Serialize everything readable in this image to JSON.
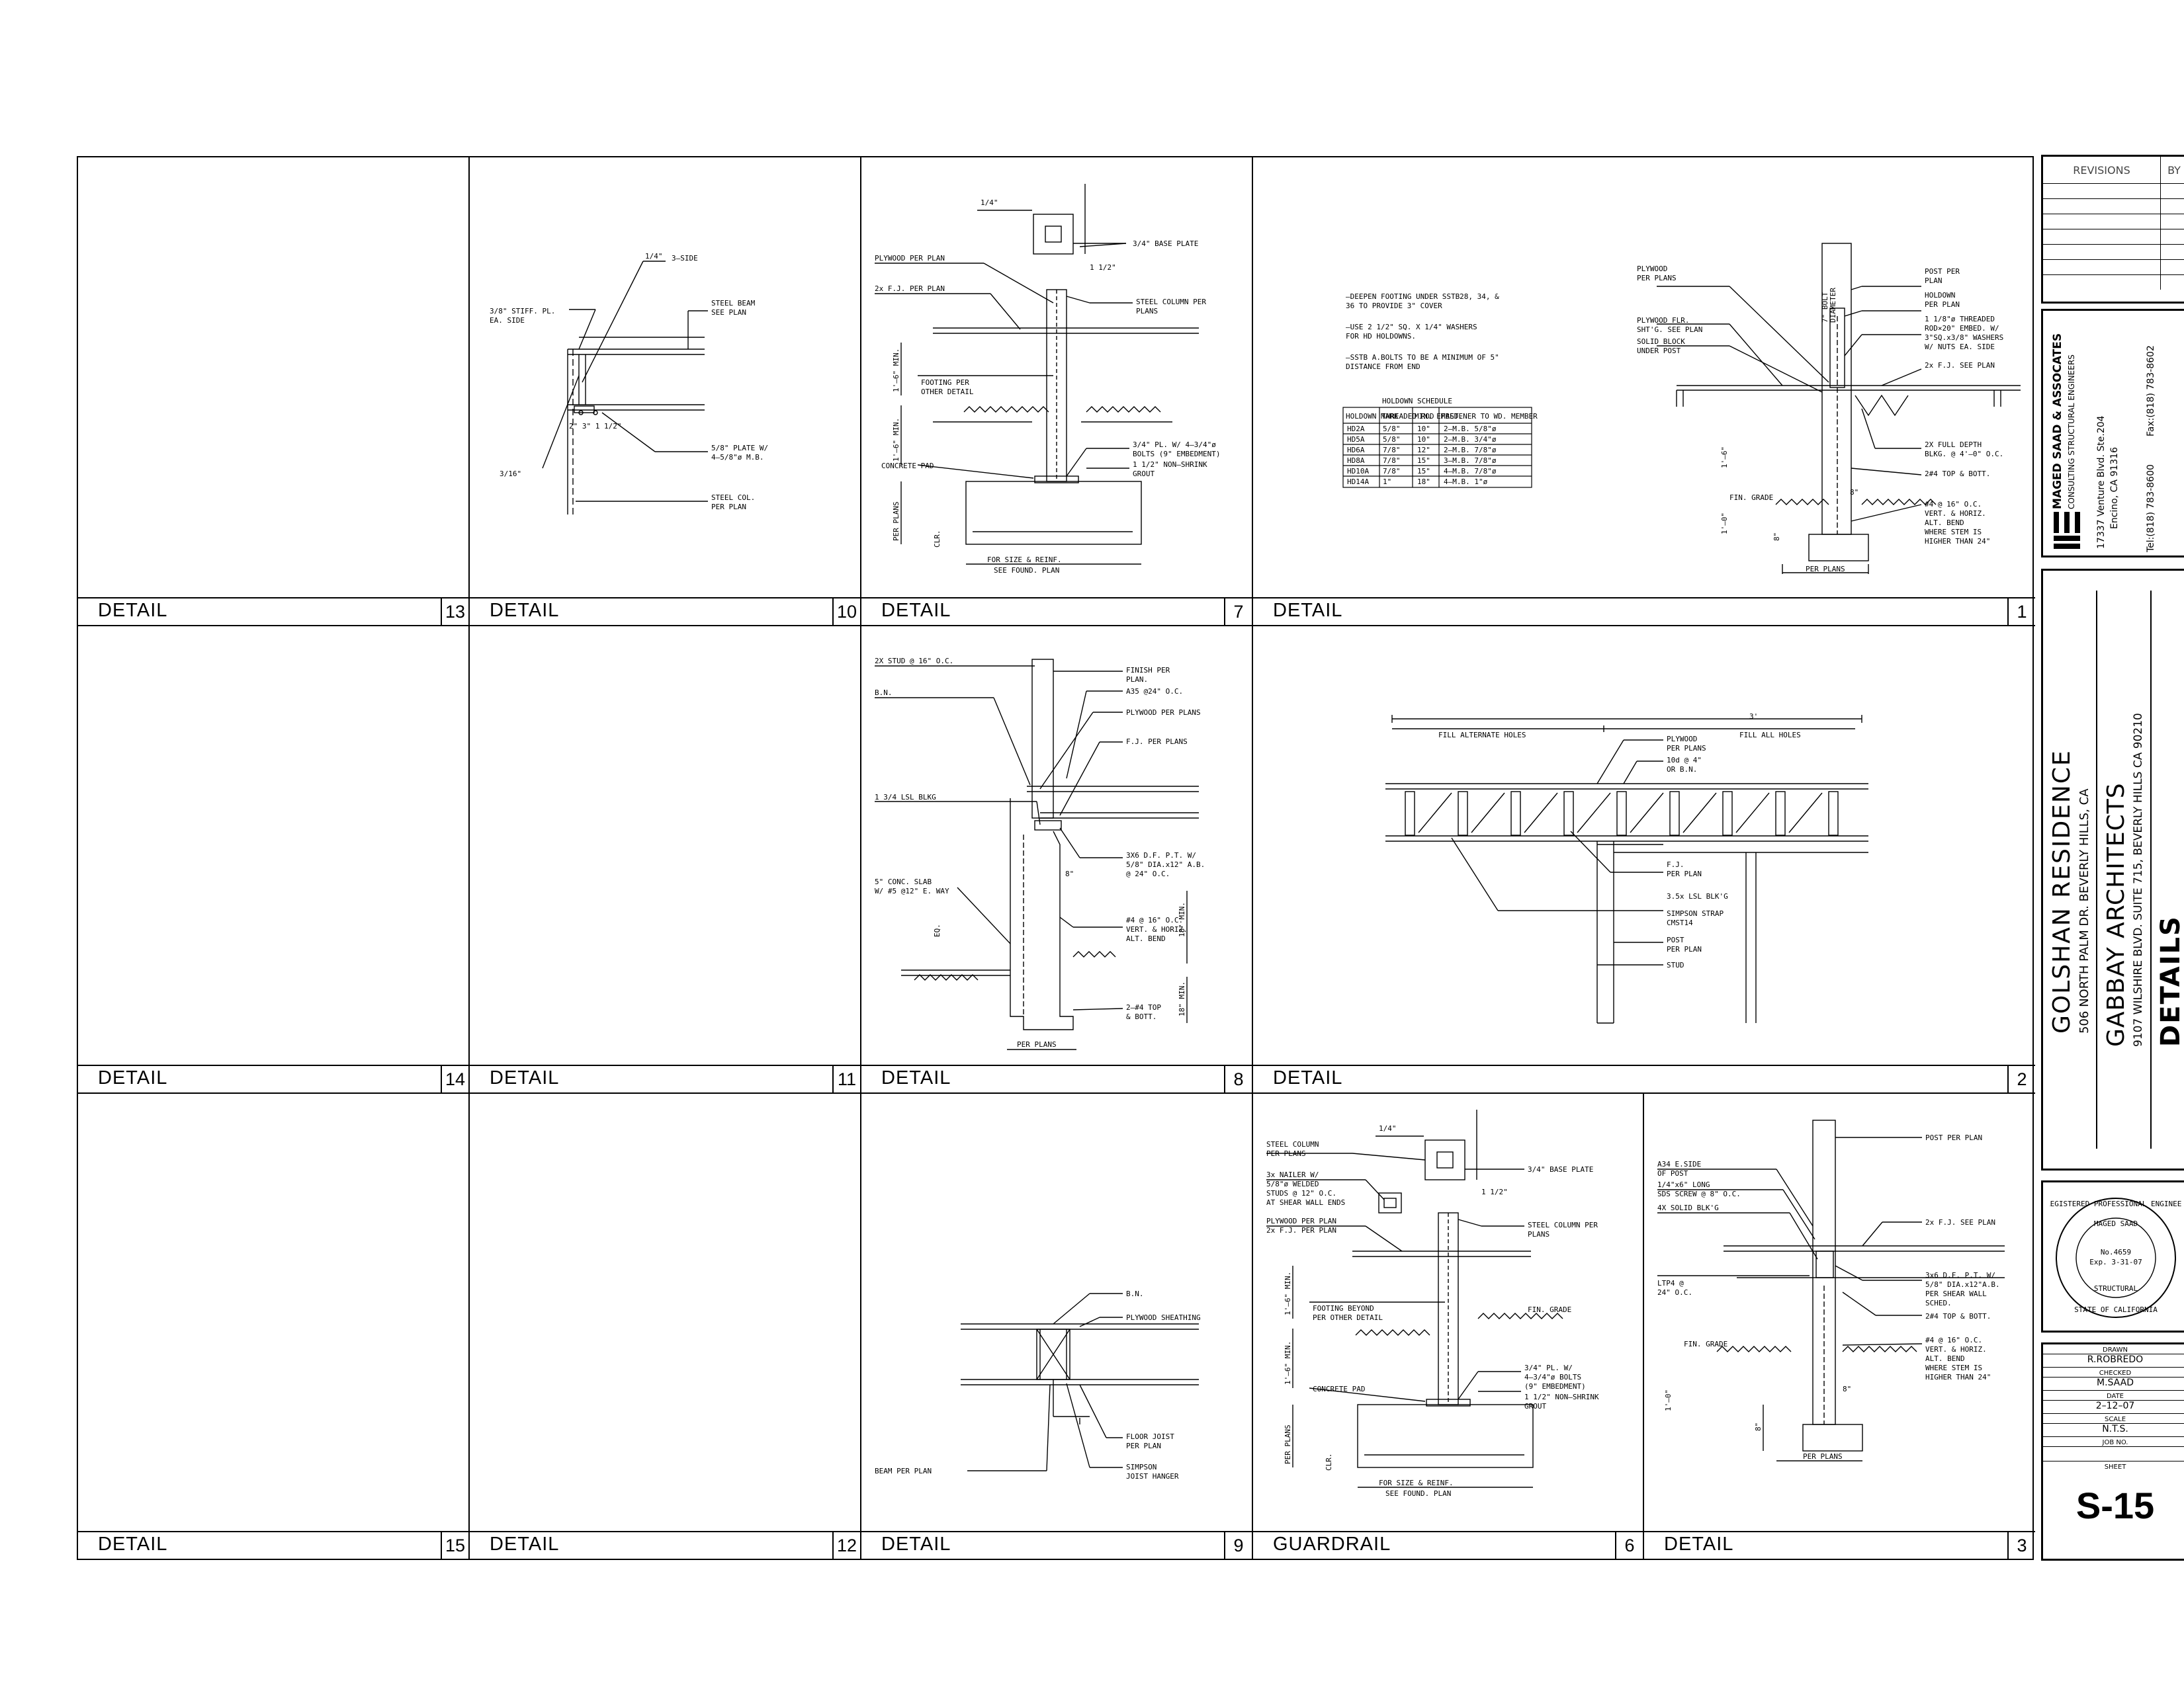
{
  "sheet": {
    "details": [
      {
        "label": "DETAIL",
        "num": "13"
      },
      {
        "label": "DETAIL",
        "num": "10"
      },
      {
        "label": "DETAIL",
        "num": "7"
      },
      {
        "label": "DETAIL",
        "num": "1"
      },
      {
        "label": "DETAIL",
        "num": "14"
      },
      {
        "label": "DETAIL",
        "num": "11"
      },
      {
        "label": "DETAIL",
        "num": "8"
      },
      {
        "label": "DETAIL",
        "num": "2"
      },
      {
        "label": "DETAIL",
        "num": "15"
      },
      {
        "label": "DETAIL",
        "num": "12"
      },
      {
        "label": "DETAIL",
        "num": "9"
      },
      {
        "label": "GUARDRAIL",
        "num": "6"
      },
      {
        "label": "DETAIL",
        "num": "3"
      }
    ],
    "d10": {
      "side": "3–SIDE",
      "weld1": "1/4\"",
      "stiff": "3/8\" STIFF. PL.",
      "stiff2": "EA. SIDE",
      "beam": "STEEL BEAM",
      "beam2": "SEE PLAN",
      "plate": "5/8\" PLATE W/",
      "plate2": "4–5/8\"ø M.B.",
      "dims": "2\" 3\"  1 1/2\"",
      "weld2": "3/16\"",
      "col": "STEEL COL.",
      "col2": "PER PLAN"
    },
    "d7": {
      "weld": "1/4\"",
      "bp": "3/4\" BASE PLATE",
      "dim": "1 1/2\"",
      "ply": "PLYWOOD PER PLAN",
      "fj": "2x F.J. PER PLAN",
      "col": "STEEL COLUMN PER",
      "col2": "PLANS",
      "ftg": "FOOTING PER",
      "ftg2": "OTHER DETAIL",
      "min1": "1'–6\" MIN.",
      "min2": "1'–6\" MIN.",
      "pl": "3/4\" PL. W/ 4–3/4\"ø",
      "pl2": "BOLTS (9\" EMBEDMENT)",
      "grout": "1 1/2\" NON–SHRINK",
      "grout2": "GROUT",
      "pad": "CONCRETE PAD",
      "per": "PER PLANS",
      "clr": "CLR.",
      "size": "FOR SIZE & REINF.",
      "found": "SEE FOUND. PLAN"
    },
    "d1notes": {
      "n1": "–DEEPEN FOOTING UNDER SSTB28, 34, &",
      "n1b": "36 TO PROVIDE 3\" COVER",
      "n2": "–USE 2 1/2\" SQ. X 1/4\" WASHERS",
      "n2b": "FOR HD HOLDOWNS.",
      "n3": "–SSTB A.BOLTS TO BE A MINIMUM OF 5\"",
      "n3b": "DISTANCE FROM END",
      "schedTitle": "HOLDOWN SCHEDULE",
      "headers": [
        "HOLDOWN MARK",
        "THREADED ROD",
        "MIN. EMBED.",
        "FASTENER TO WD. MEMBER"
      ],
      "rows": [
        [
          "HD2A",
          "5/8\"",
          "10\"",
          "2–M.B. 5/8\"ø"
        ],
        [
          "HD5A",
          "5/8\"",
          "10\"",
          "2–M.B. 3/4\"ø"
        ],
        [
          "HD6A",
          "7/8\"",
          "12\"",
          "2–M.B. 7/8\"ø"
        ],
        [
          "HD8A",
          "7/8\"",
          "15\"",
          "3–M.B. 7/8\"ø"
        ],
        [
          "HD10A",
          "7/8\"",
          "15\"",
          "4–M.B. 7/8\"ø"
        ],
        [
          "HD14A",
          "1\"",
          "18\"",
          "4–M.B. 1\"ø"
        ]
      ]
    },
    "d1": {
      "ply": "PLYWOOD",
      "ply2": "PER PLANS",
      "bolt": "7\" BOLT",
      "bolt2": "DIAMETER",
      "flr": "PLYWOOD FLR.",
      "flr2": "SHT'G. SEE PLAN",
      "blk": "SOLID BLOCK",
      "blk2": "UNDER POST",
      "post": "POST PER",
      "post2": "PLAN",
      "hold": "HOLDOWN",
      "hold2": "PER PLAN",
      "rod": "1 1/8\"ø THREADED",
      "rod2": "ROD×20\" EMBED. W/",
      "rod3": "3\"SQ.x3/8\" WASHERS",
      "rod4": "W/ NUTS EA. SIDE",
      "fj": "2x F.J. SEE PLAN",
      "fd": "2X FULL DEPTH",
      "fd2": "BLKG. @ 4'–0\" O.C.",
      "top": "2#4 TOP & BOTT.",
      "v1": "#4 @ 16\" O.C.",
      "v2": "VERT. & HORIZ.",
      "v3": "ALT. BEND",
      "v4": "WHERE STEM IS",
      "v5": "HIGHER THAN 24\"",
      "grade": "FIN. GRADE",
      "d8a": "8\"",
      "d8b": "8\"",
      "m1": "1'–6\"",
      "m2": "1'–0\"",
      "per": "PER PLANS"
    },
    "d8": {
      "stud": "2X STUD @ 16\" O.C.",
      "fin": "FINISH PER",
      "fin2": "PLAN.",
      "a35": "A35 @24\" O.C.",
      "bn": "B.N.",
      "ply": "PLYWOOD PER PLANS",
      "fj": "F.J. PER PLANS",
      "lsl": "1 3/4 LSL BLKG",
      "ptx": "3X6 D.F. P.T. W/",
      "ptx2": "5/8\" DIA.x12\" A.B.",
      "ptx3": "@ 24\" O.C.",
      "slab": "5\" CONC. SLAB",
      "slab2": "W/ #5 @12\" E. WAY",
      "v1": "#4 @ 16\" O.C.",
      "v2": "VERT. & HORIZ.",
      "v3": "ALT. BEND",
      "eq": "EQ.",
      "d8": "8\"",
      "m18a": "18\" MIN.",
      "m18b": "18\" MIN.",
      "top": "2–#4 TOP",
      "top2": "& BOTT.",
      "per": "PER PLANS"
    },
    "d2": {
      "dim": "3'",
      "fill": "FILL ALTERNATE HOLES",
      "fill2": "FILL ALL HOLES",
      "ply": "PLYWOOD",
      "ply2": "PER PLANS",
      "nail": "10d @ 4\"",
      "nail2": "OR B.N.",
      "fj": "F.J.",
      "fj2": "PER PLAN",
      "lsl": "3.5x LSL BLK'G",
      "strap": "SIMPSON STRAP",
      "strap2": "CMST14",
      "post": "POST",
      "post2": "PER PLAN",
      "stud": "STUD"
    },
    "d9": {
      "bn": "B.N.",
      "sh": "PLYWOOD SHEATHING",
      "fj": "FLOOR JOIST",
      "fj2": "PER PLAN",
      "beam": "BEAM PER PLAN",
      "hanger": "SIMPSON",
      "hanger2": "JOIST HANGER"
    },
    "d6": {
      "col": "STEEL COLUMN",
      "col2": "PER PLANS",
      "weld": "1/4\"",
      "bp": "3/4\" BASE PLATE",
      "dim": "1 1/2\"",
      "nailer": "3x NAILER W/",
      "nailer2": "5/8\"ø WELDED",
      "nailer3": "STUDS @ 12\" O.C.",
      "nailer4": "AT SHEAR WALL ENDS",
      "ply": "PLYWOOD PER PLAN",
      "fj": "2x F.J. PER PLAN",
      "scol": "STEEL COLUMN PER",
      "scol2": "PLANS",
      "grade": "FIN. GRADE",
      "ftg": "FOOTING BEYOND",
      "ftg2": "PER OTHER DETAIL",
      "min1": "1'–6\" MIN.",
      "min2": "1'–6\" MIN.",
      "pl": "3/4\" PL. W/",
      "pl2": "4–3/4\"ø BOLTS",
      "pl3": "(9\" EMBEDMENT)",
      "grout": "1 1/2\" NON–SHRINK",
      "grout2": "GROUT",
      "pad": "CONCRETE PAD",
      "per": "PER PLANS",
      "clr": "CLR.",
      "size": "FOR SIZE & REINF.",
      "found": "SEE FOUND. PLAN"
    },
    "d3": {
      "post": "POST PER PLAN",
      "a34": "A34 E.SIDE",
      "a34b": "OF POST",
      "sds": "1/4\"x6\" LONG",
      "sds2": "SDS SCREW @ 8\" O.C.",
      "blk": "4X SOLID BLK'G",
      "fj": "2x F.J. SEE PLAN",
      "pt": "3x6 D.F. P.T. W/",
      "pt2": "5/8\" DIA.x12\"A.B.",
      "pt3": "PER SHEAR WALL",
      "pt4": "SCHED.",
      "ltp": "LTP4 @",
      "ltp2": "24\" O.C.",
      "top": "2#4 TOP & BOTT.",
      "grade": "FIN. GRADE",
      "v1": "#4 @ 16\" O.C.",
      "v2": "VERT. & HORIZ.",
      "v3": "ALT. BEND",
      "v4": "WHERE STEM IS",
      "v5": "HIGHER THAN 24\"",
      "m1": "1'–0\"",
      "d8": "8\"",
      "d8b": "8\"",
      "per": "PER PLANS"
    }
  },
  "titleblock": {
    "revisions": "REVISIONS",
    "by": "BY",
    "firm": "MAGED SAAD & ASSOCATES",
    "firm2": "CONSULTING STRUCTURAL ENGINEERS",
    "addr": "17337 Venture Blvd. Ste.204",
    "addr2": "Encino, CA 91316",
    "tel": "Tel:(818) 783-8600",
    "fax": "Fax:(818) 783-8602",
    "project": "GOLSHAN RESIDENCE",
    "project_addr": "506 NORTH PALM DR. BEVERLY HILLS, CA",
    "architect": "GABBAY ARCHITECTS",
    "arch_addr": "9107 WILSHIRE BLVD. SUITE 715, BEVERLY HILLS CA 90210",
    "sheet_title": "DETAILS",
    "stamp_top": "REGISTERED PROFESSIONAL ENGINEER",
    "stamp_name": "MAGED SAAD",
    "stamp_no": "No.4659",
    "stamp_exp": "Exp. 3-31-07",
    "stamp_type": "STRUCTURAL",
    "stamp_state": "STATE OF CALIFORNIA",
    "drawn_lbl": "DRAWN",
    "drawn": "R.ROBREDO",
    "checked_lbl": "CHECKED",
    "checked": "M.SAAD",
    "date_lbl": "DATE",
    "date": "2–12–07",
    "scale_lbl": "SCALE",
    "scale": "N.T.S.",
    "job_lbl": "JOB NO.",
    "job": "",
    "sheet_lbl": "SHEET",
    "sheet": "S-15"
  }
}
